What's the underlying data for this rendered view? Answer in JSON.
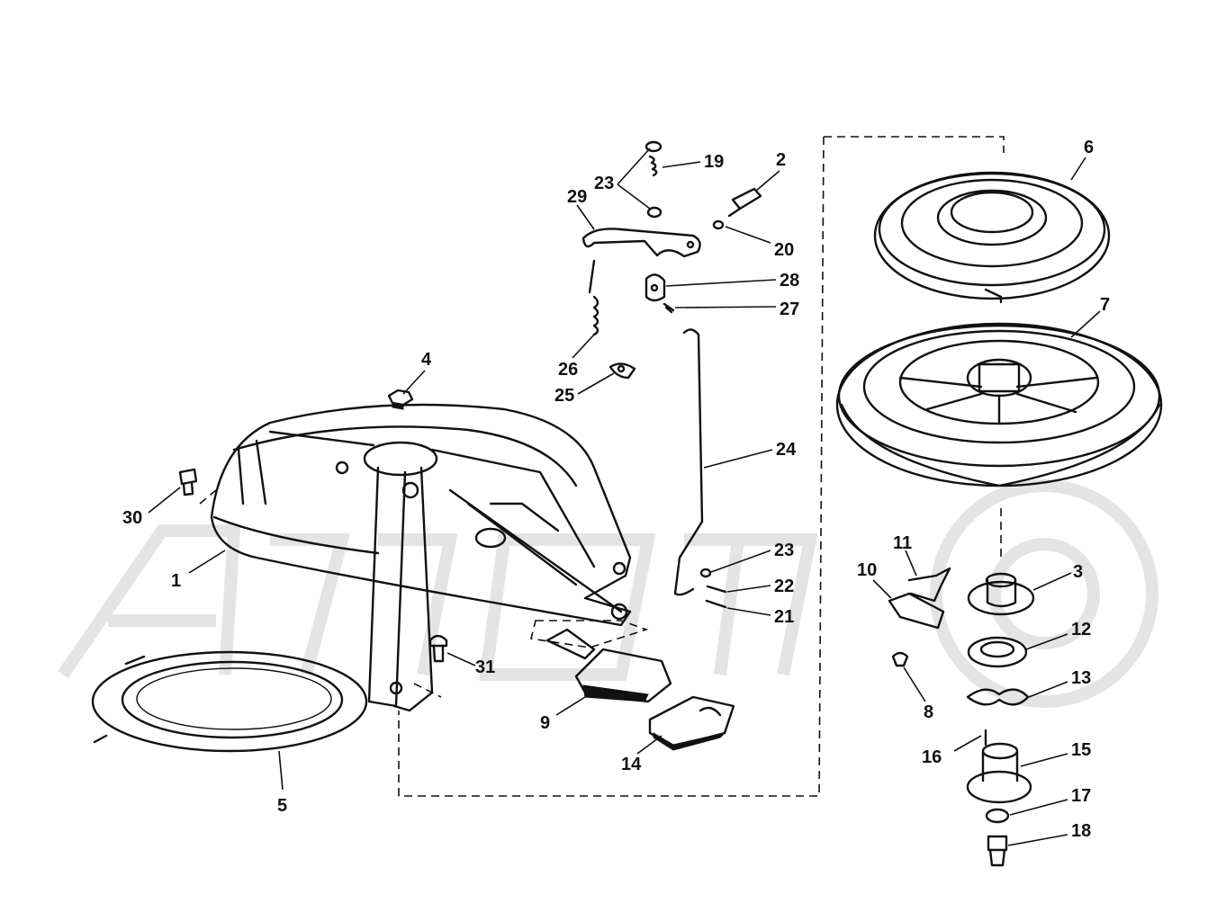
{
  "colors": {
    "ink": "#111111",
    "background": "#ffffff",
    "watermark": "#e4e4e4"
  },
  "callouts": [
    {
      "label": "1"
    },
    {
      "label": "2"
    },
    {
      "label": "3"
    },
    {
      "label": "4"
    },
    {
      "label": "5"
    },
    {
      "label": "6"
    },
    {
      "label": "7"
    },
    {
      "label": "8"
    },
    {
      "label": "9"
    },
    {
      "label": "10"
    },
    {
      "label": "11"
    },
    {
      "label": "12"
    },
    {
      "label": "13"
    },
    {
      "label": "14"
    },
    {
      "label": "15"
    },
    {
      "label": "16"
    },
    {
      "label": "17"
    },
    {
      "label": "18"
    },
    {
      "label": "19"
    },
    {
      "label": "2"
    },
    {
      "label": "20"
    },
    {
      "label": "21"
    },
    {
      "label": "22"
    },
    {
      "label": "23"
    },
    {
      "label": "23"
    },
    {
      "label": "24"
    },
    {
      "label": "25"
    },
    {
      "label": "26"
    },
    {
      "label": "27"
    },
    {
      "label": "28"
    },
    {
      "label": "29"
    },
    {
      "label": "30"
    },
    {
      "label": "31"
    }
  ]
}
